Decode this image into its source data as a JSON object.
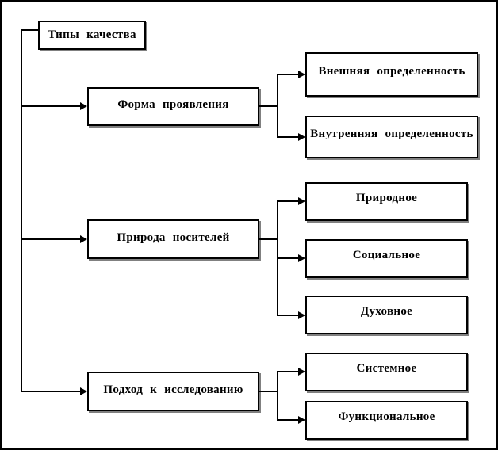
{
  "diagram": {
    "root": {
      "label": "Типы качества"
    },
    "groups": [
      {
        "label": "Форма проявления",
        "children": [
          "Внешняя определенность",
          "Внутренняя определенность"
        ]
      },
      {
        "label": "Природа носителей",
        "children": [
          "Природное",
          "Социальное",
          "Духовное"
        ]
      },
      {
        "label": "Подход к исследованию",
        "children": [
          "Системное",
          "Функциональное"
        ]
      }
    ],
    "colors": {
      "line": "#000000",
      "box_border": "#000000",
      "box_shadow": "#808080",
      "background": "#ffffff",
      "text": "#000000"
    }
  }
}
